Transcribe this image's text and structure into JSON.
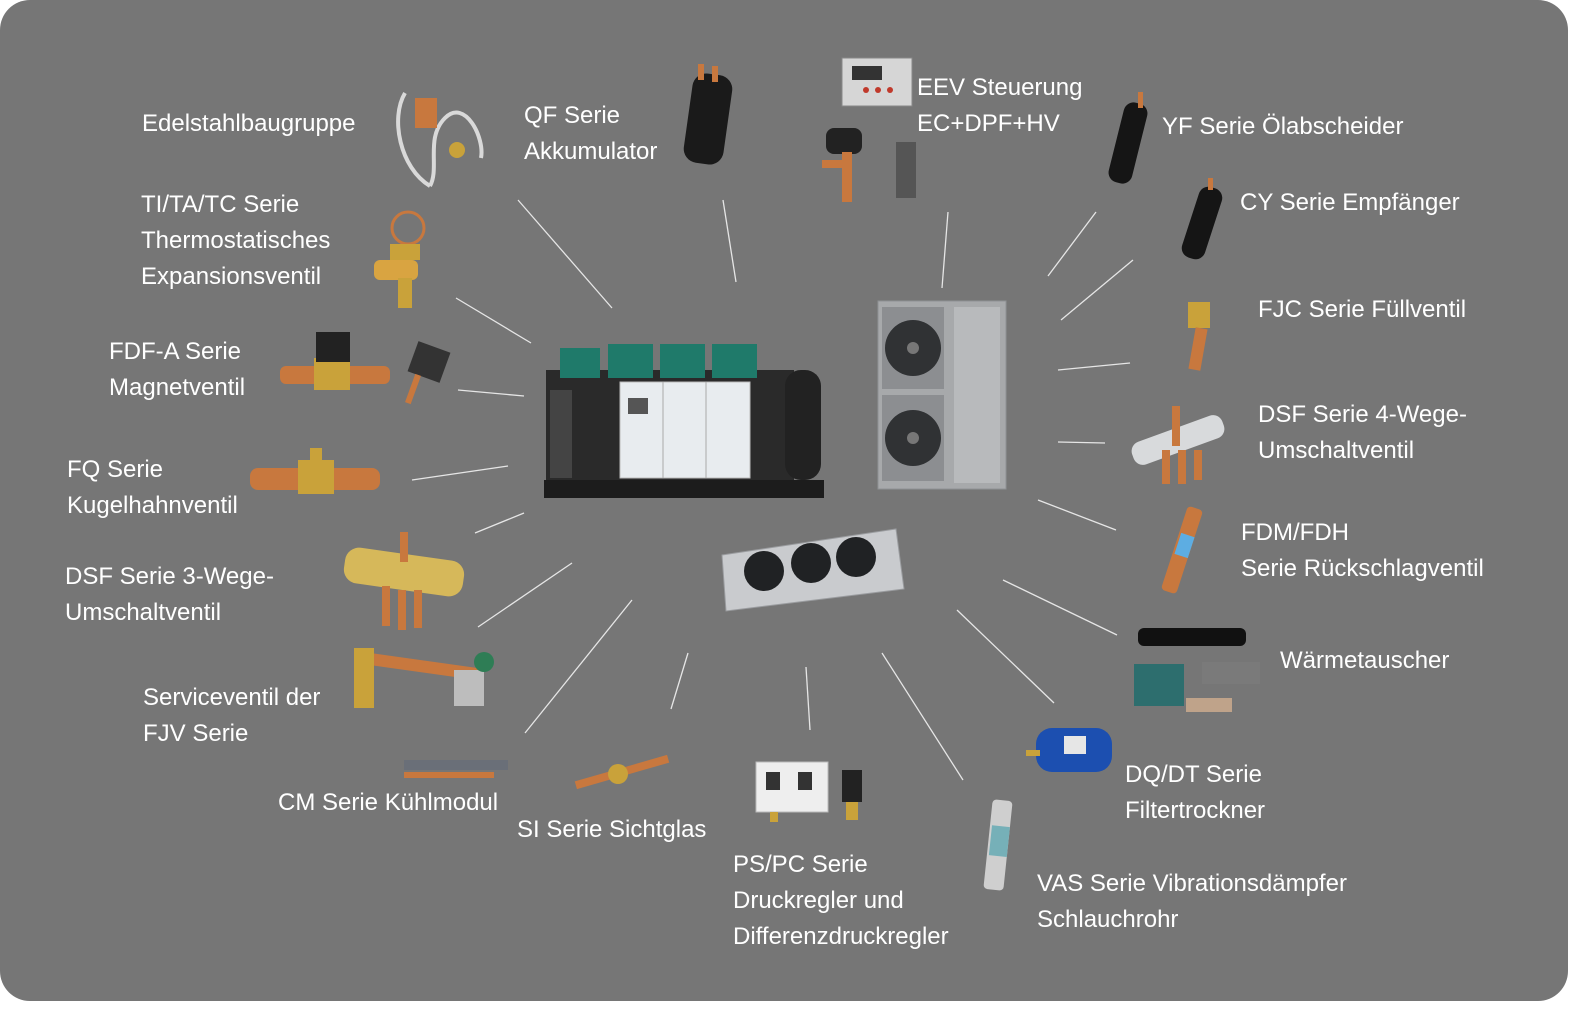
{
  "colors": {
    "background": "#767676",
    "text": "#ffffff",
    "connector": "#e6e6e6",
    "copper": "#c8783e",
    "brass": "#c9a23a"
  },
  "labels": {
    "edelstahl": [
      "Edelstahlbaugruppe"
    ],
    "qf": [
      "QF Serie",
      "Akkumulator"
    ],
    "eev": [
      "EEV Steuerung",
      "EC+DPF+HV"
    ],
    "yf": [
      "YF Serie Ölabscheider"
    ],
    "cy": [
      "CY Serie Empfänger"
    ],
    "fjc": [
      "FJC Serie Füllventil"
    ],
    "dsf4": [
      "DSF Serie 4-Wege-",
      "Umschaltventil"
    ],
    "fdm": [
      "FDM/FDH",
      "Serie Rückschlagventil"
    ],
    "waerme": [
      "Wärmetauscher"
    ],
    "dq": [
      "DQ/DT Serie",
      "Filtertrockner"
    ],
    "vas": [
      "VAS Serie Vibrationsdämpfer",
      "Schlauchrohr"
    ],
    "ps": [
      "PS/PC Serie",
      "Druckregler und",
      "Differenzdruckregler"
    ],
    "si": [
      "SI Serie Sichtglas"
    ],
    "cm": [
      "CM Serie Kühlmodul"
    ],
    "fjv": [
      "Serviceventil der",
      "FJV Serie"
    ],
    "dsf3": [
      "DSF Serie 3-Wege-",
      "Umschaltventil"
    ],
    "fq": [
      "FQ Serie",
      "Kugelhahnventil"
    ],
    "fdfa": [
      "FDF-A Serie",
      "Magnetventil"
    ],
    "ti": [
      "TI/TA/TC Serie",
      "Thermostatisches",
      "Expansionsventil"
    ]
  },
  "icons": {
    "center": [
      "compressor-rack-unit",
      "outdoor-condensing-unit",
      "evaporator-unit"
    ],
    "components": [
      "stainless-assembly-icon",
      "accumulator-icon",
      "eev-controller-icon",
      "oil-separator-icon",
      "receiver-icon",
      "charging-valve-icon",
      "four-way-valve-icon",
      "check-valve-icon",
      "heat-exchanger-icon",
      "filter-drier-icon",
      "vibration-absorber-icon",
      "pressure-control-icon",
      "sight-glass-icon",
      "cooling-module-icon",
      "service-valve-icon",
      "three-way-valve-icon",
      "ball-valve-icon",
      "solenoid-valve-icon",
      "expansion-valve-icon"
    ]
  }
}
